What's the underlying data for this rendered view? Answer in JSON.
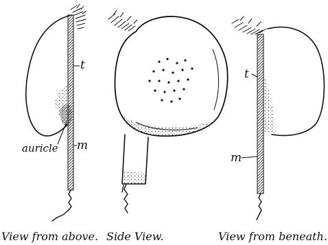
{
  "figures": [
    {
      "caption": "View from above.",
      "labels": {
        "t": "t",
        "m": "m",
        "auricle": "auricle"
      }
    },
    {
      "caption": "Side View."
    },
    {
      "caption": "View from beneath.",
      "labels": {
        "t": "t",
        "m": "m"
      }
    }
  ]
}
